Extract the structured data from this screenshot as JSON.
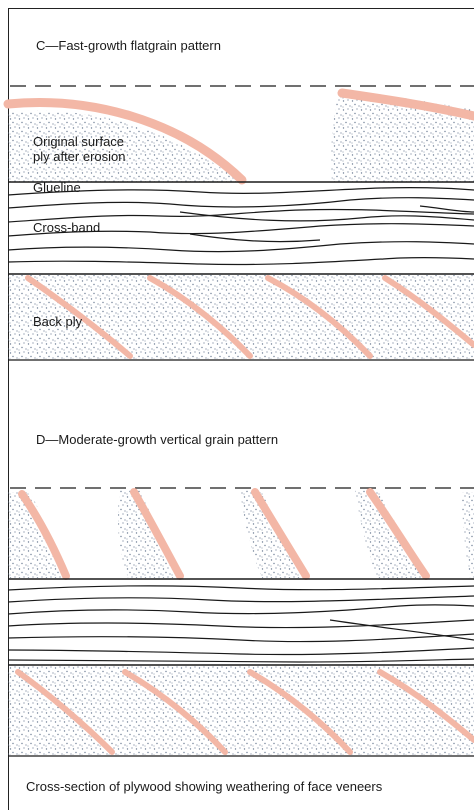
{
  "panel_c": {
    "title": "C—Fast-growth flatgrain pattern",
    "label_surface_line1": "Original surface",
    "label_surface_line2": "ply after erosion",
    "label_glueline": "Glueline",
    "label_crossband": "Cross-band",
    "label_backply": "Back ply"
  },
  "panel_d": {
    "title": "D—Moderate-growth vertical grain pattern"
  },
  "caption": "Cross-section of plywood showing weathering of face veneers",
  "colors": {
    "grain_band": "#f3b7a6",
    "stipple": "#6f7f95",
    "line": "#1a1a1a"
  }
}
